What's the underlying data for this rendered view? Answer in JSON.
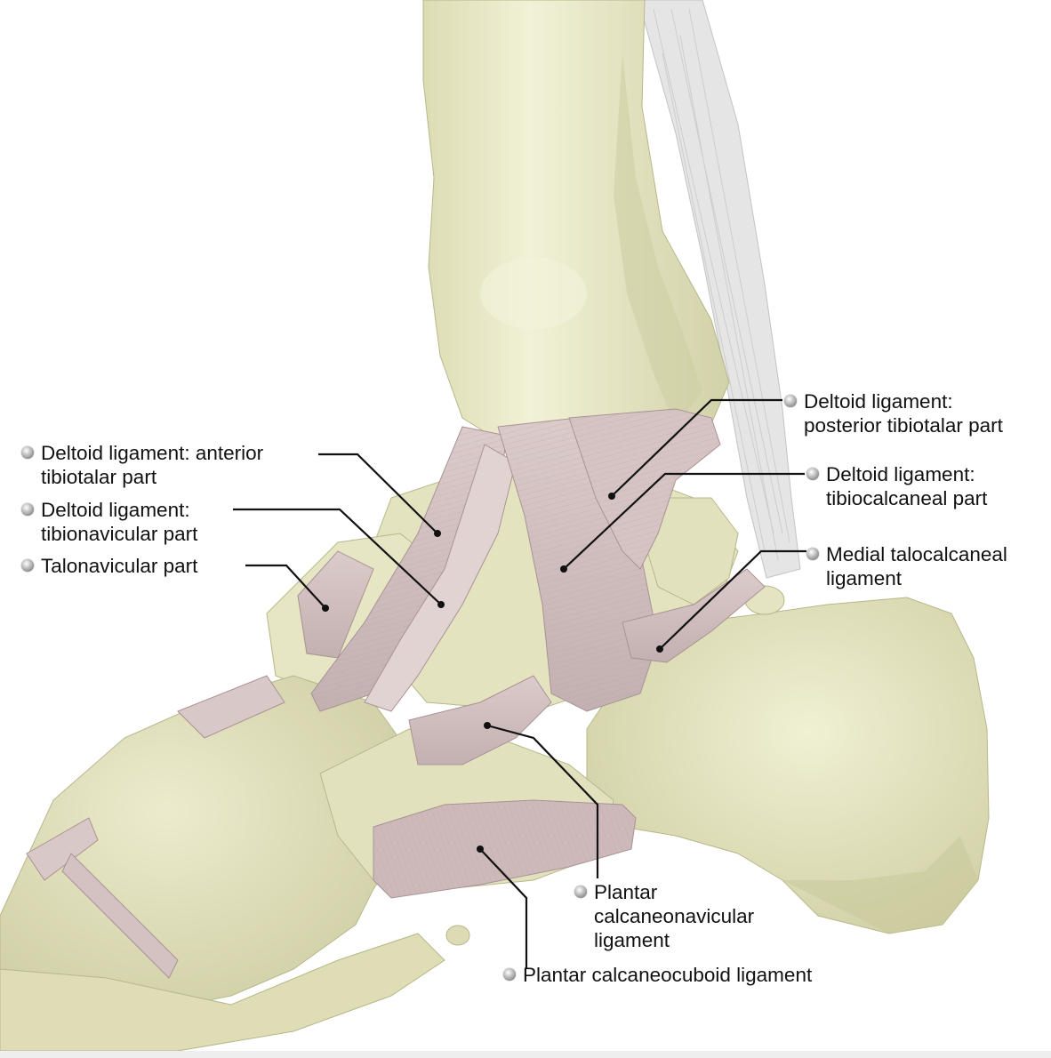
{
  "labels": {
    "anterior_tibiotalar": {
      "line1": "Deltoid ligament: anterior",
      "line2": "tibiotalar part"
    },
    "tibionavicular": {
      "line1": "Deltoid ligament:",
      "line2": "tibionavicular part"
    },
    "talonavicular": {
      "line1": "Talonavicular part"
    },
    "posterior_tibiotalar": {
      "line1": "Deltoid ligament:",
      "line2": "posterior tibiotalar part"
    },
    "tibiocalcaneal": {
      "line1": "Deltoid ligament:",
      "line2": "tibiocalcaneal part"
    },
    "medial_talocalcaneal": {
      "line1": "Medial talocalcaneal",
      "line2": "ligament"
    },
    "plantar_calcaneonavicular": {
      "line1": "Plantar",
      "line2": "calcaneonavicular",
      "line3": "ligament"
    },
    "plantar_calcaneocuboid": {
      "line1": "Plantar calcaneocuboid ligament"
    }
  },
  "colors": {
    "bone": "#e9e9c6",
    "bone_shadow": "#c8c79a",
    "ligament": "#d9c9c9",
    "ligament_dark": "#b9a4a6",
    "leader": "#111111"
  }
}
